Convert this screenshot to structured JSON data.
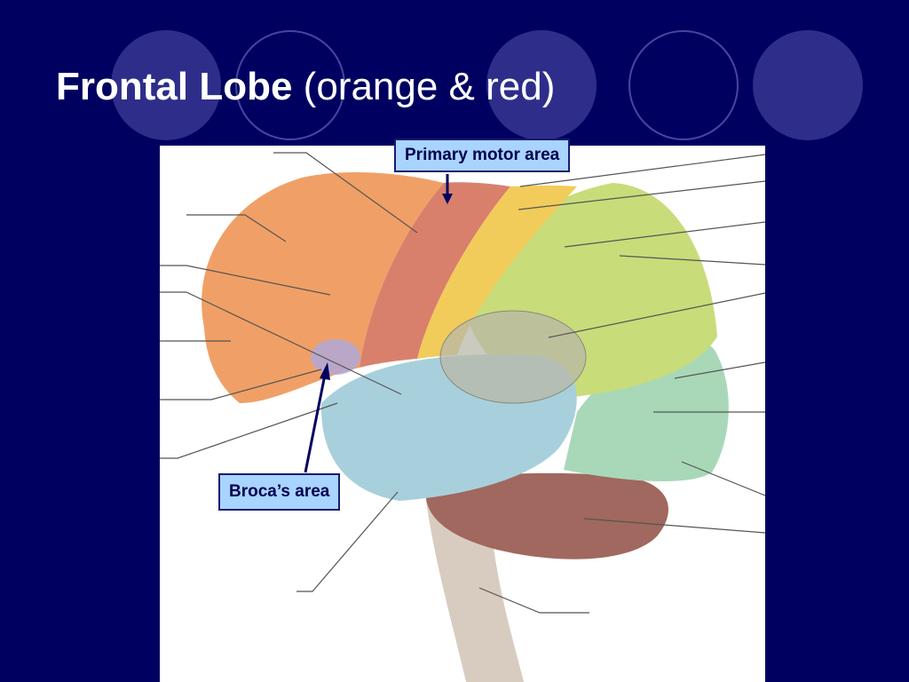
{
  "slide": {
    "title_bold": "Frontal Lobe",
    "title_rest": "(orange & red)"
  },
  "callouts": {
    "primary_motor": "Primary motor area",
    "broca": "Broca’s area"
  },
  "colors": {
    "background": "#000060",
    "callout_fill": "#a8d4ff",
    "frontal_lobe": "#f0a066",
    "motor_area": "#d9806c",
    "sensory_strip": "#f2cc5a",
    "parietal_lobe": "#c8dc7a",
    "temporal_lobe": "#a8d0dc",
    "occipital_lobe": "#a8d8b8",
    "cerebellum": "#a0685e",
    "brainstem": "#d8ccc0"
  }
}
